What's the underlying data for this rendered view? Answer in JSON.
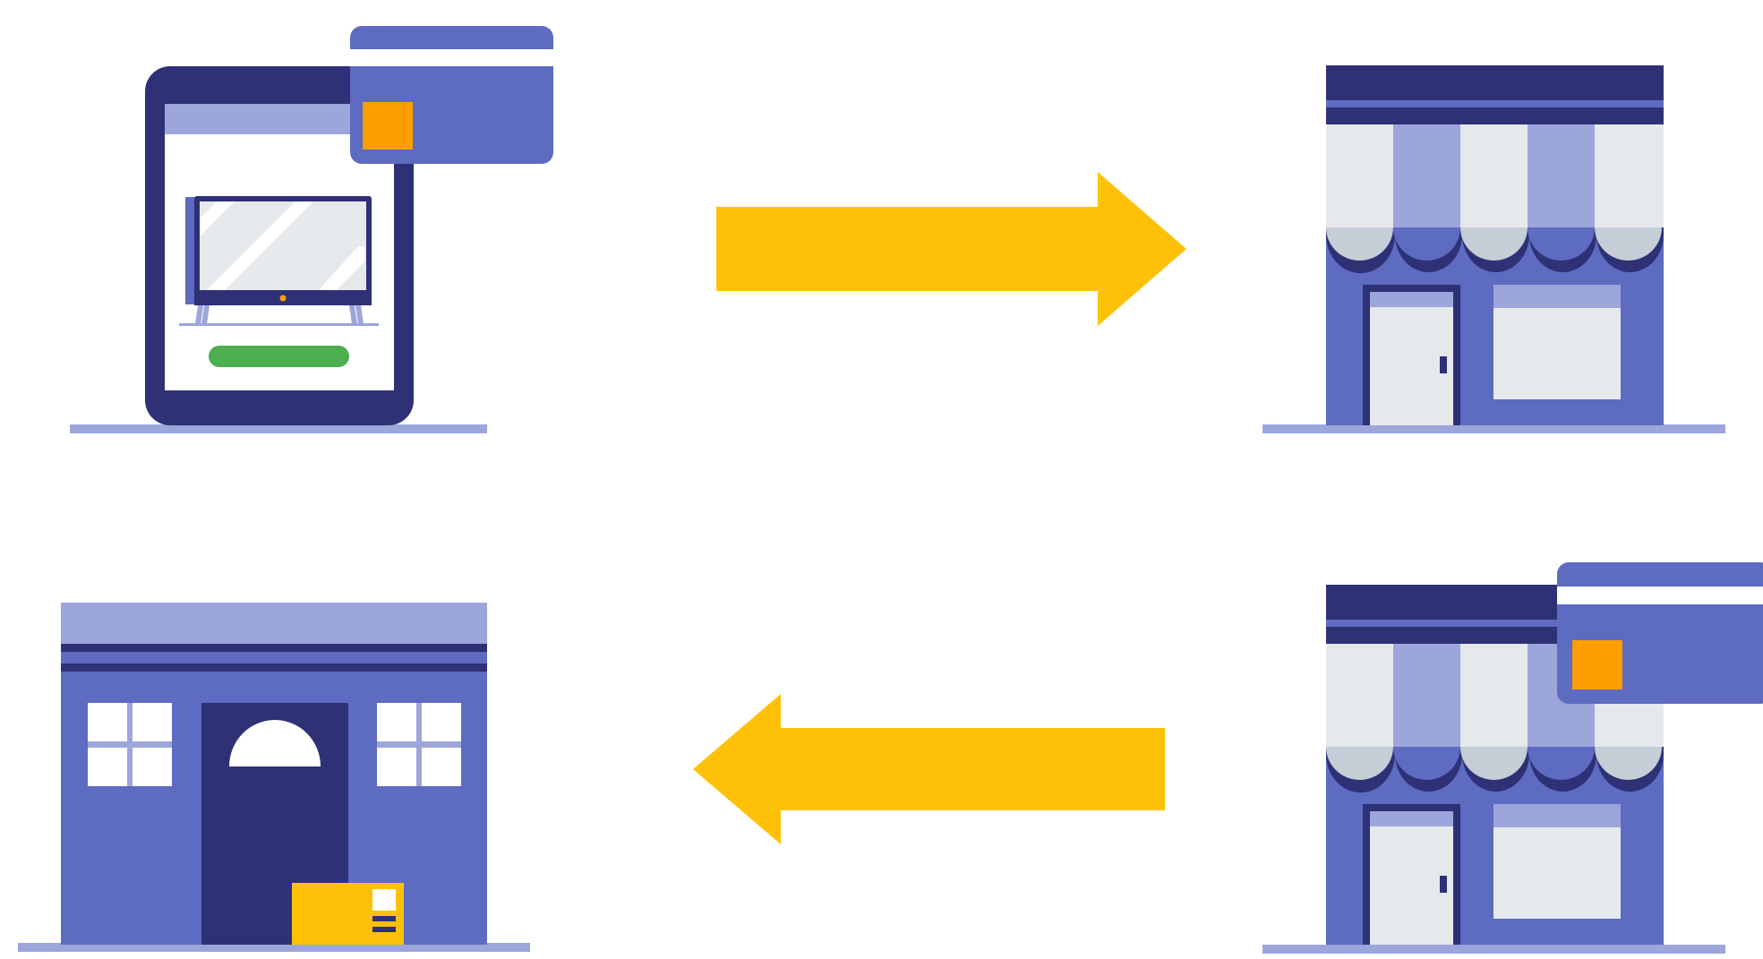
{
  "colors": {
    "navy": "#2E3176",
    "indigo": "#5D6BC1",
    "lavender": "#9CA6DB",
    "pale": "#E6E9EC",
    "gray_blue": "#C5CDD6",
    "orange": "#FF9E00",
    "yellow": "#FFC107",
    "green": "#4CAF50",
    "white": "#FFFFFF"
  },
  "panels": [
    {
      "id": "online-purchase",
      "icon": "tablet-shopping-icon",
      "extras": [
        "credit-card-icon",
        "monitor-product-icon",
        "buy-button"
      ]
    },
    {
      "id": "store",
      "icon": "storefront-icon"
    },
    {
      "id": "store-payment",
      "icon": "storefront-icon",
      "extras": [
        "credit-card-icon"
      ]
    },
    {
      "id": "home-delivery",
      "icon": "house-icon",
      "extras": [
        "package-icon"
      ]
    }
  ],
  "arrows": [
    {
      "from": "online-purchase",
      "to": "store",
      "direction": "right"
    },
    {
      "from": "store-payment",
      "to": "home-delivery",
      "direction": "left"
    }
  ]
}
